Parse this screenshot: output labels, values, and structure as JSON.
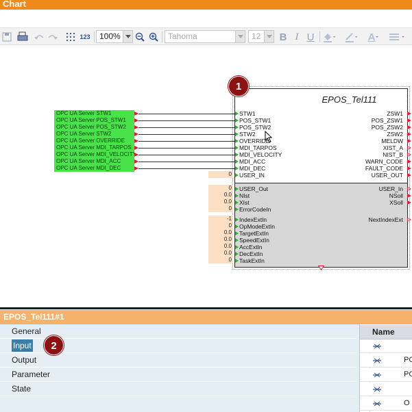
{
  "window": {
    "title": "Chart"
  },
  "toolbar": {
    "zoom": "100%",
    "numbers_label": "123",
    "font_name": "Tahoma",
    "font_size": "12",
    "bold": "B",
    "italic": "I",
    "underline": "U",
    "font_color": "A"
  },
  "sources": [
    "OPC UA Server STW1",
    "OPC UA Server POS_STW1",
    "OPC UA Server POS_STW2",
    "OPC UA Server STW2",
    "OPC UA Server OVERRIDE",
    "OPC UA Server MDI_TARPOS",
    "OPC UA Server MDI_VELOCITY",
    "OPC UA Server MDI_ACC",
    "OPC UA Server MDI_DEC"
  ],
  "block": {
    "title": "EPOS_Tel111",
    "inputs_top": [
      "STW1",
      "POS_STW1",
      "POS_STW2",
      "STW2",
      "OVERRIDE",
      "MDI_TARPOS",
      "MDI_VELOCITY",
      "MDI_ACC",
      "MDI_DEC",
      "USER_IN"
    ],
    "outputs_top": [
      "ZSW1",
      "POS_ZSW1",
      "POS_ZSW2",
      "ZSW2",
      "MELDW",
      "XIST_A",
      "NIST_B",
      "WARN_CODE",
      "FAULT_CODE",
      "USER_OUT"
    ],
    "inputs_bottom": [
      "USER_Out",
      "NIst",
      "XIst",
      "ErrorCodeIn",
      "IndexExtIn",
      "OpModeExtIn",
      "TargetExtIn",
      "SpeedExtIn",
      "AccExtIn",
      "DecExtIn",
      "TaskExtIn"
    ],
    "outputs_bottom": [
      "USER_In",
      "NSoll",
      "XSoll",
      "NextIndexExt"
    ],
    "values": {
      "user_in": "0",
      "bottom": [
        "0",
        "0.0",
        "0.0",
        "0",
        "-1",
        "0",
        "0.0",
        "0.0",
        "0.0",
        "0.0",
        "0"
      ]
    }
  },
  "callouts": {
    "one": "1",
    "two": "2"
  },
  "panel": {
    "title": "EPOS_Tel111#1",
    "nav": [
      "General",
      "Input",
      "Output",
      "Parameter",
      "State"
    ],
    "selected": "Input",
    "grid": {
      "header": "Name",
      "cells": [
        "",
        "PC",
        "PC",
        "",
        "O"
      ]
    }
  },
  "colors": {
    "title_bar": "#ef8a1a",
    "panel_title": "#f6b26b",
    "source_block": "#49e24a",
    "callout": "#8c1212",
    "selection": "#3a7fa8"
  }
}
